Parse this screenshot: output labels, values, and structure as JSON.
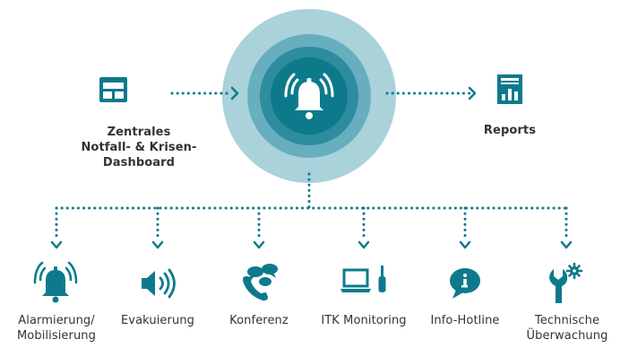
{
  "colors": {
    "primary": "#0d7a8c",
    "dark": "#0a6474",
    "ring_outer": "#a9d2db",
    "ring_mid": "#67aebf",
    "ring_inner": "#2d8c9d",
    "text": "#333333",
    "white": "#ffffff"
  },
  "center": {
    "icon": "alarm-bell-icon"
  },
  "dashboard": {
    "icon": "dashboard-window-icon",
    "label_lines": [
      "Zentrales",
      "Notfall- & Krisen-",
      "Dashboard"
    ]
  },
  "reports": {
    "icon": "report-chart-icon",
    "label": "Reports"
  },
  "modules": [
    {
      "icon": "alarm-bell-icon",
      "label_lines": [
        "Alarmierung/",
        "Mobilisierung"
      ]
    },
    {
      "icon": "speaker-icon",
      "label_lines": [
        "Evakuierung"
      ]
    },
    {
      "icon": "conference-icon",
      "label_lines": [
        "Konferenz"
      ]
    },
    {
      "icon": "laptop-tool-icon",
      "label_lines": [
        "ITK Monitoring"
      ]
    },
    {
      "icon": "info-chat-icon",
      "label_lines": [
        "Info-Hotline"
      ]
    },
    {
      "icon": "wrench-gear-icon",
      "label_lines": [
        "Technische",
        "Überwachung"
      ]
    }
  ]
}
